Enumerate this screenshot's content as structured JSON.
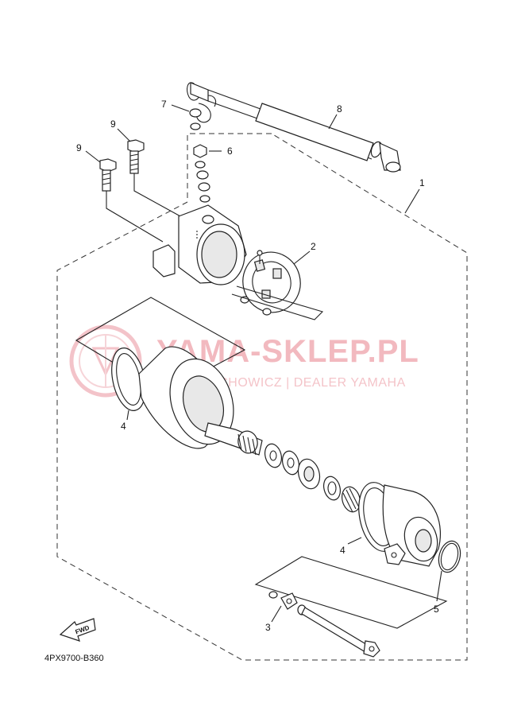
{
  "diagram_code": "4PX9700-B360",
  "watermark": {
    "brand": "YAMA-SKLEP.PL",
    "dealer": "WOJCIECHOWICZ | DEALER YAMAHA",
    "color": "#e8808a"
  },
  "fwd_arrow": {
    "text": "FWD"
  },
  "callouts": [
    {
      "id": "c1",
      "number": "1"
    },
    {
      "id": "c2",
      "number": "2"
    },
    {
      "id": "c3",
      "number": "3"
    },
    {
      "id": "c4a",
      "number": "4"
    },
    {
      "id": "c4b",
      "number": "4"
    },
    {
      "id": "c5",
      "number": "5"
    },
    {
      "id": "c6",
      "number": "6"
    },
    {
      "id": "c7",
      "number": "7"
    },
    {
      "id": "c8",
      "number": "8"
    },
    {
      "id": "c9a",
      "number": "9"
    },
    {
      "id": "c9b",
      "number": "9"
    }
  ]
}
